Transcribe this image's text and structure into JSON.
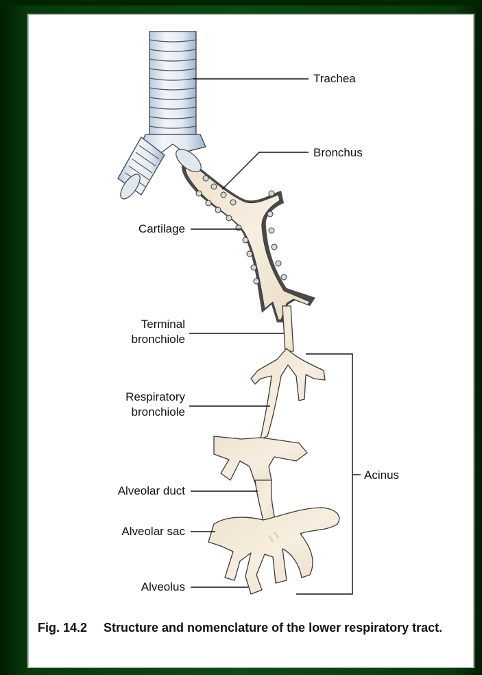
{
  "labels": {
    "trachea": "Trachea",
    "bronchus": "Bronchus",
    "cartilage": "Cartilage",
    "terminal_bronchiole": [
      "Terminal",
      "bronchiole"
    ],
    "respiratory_bronchiole": [
      "Respiratory",
      "bronchiole"
    ],
    "alveolar_duct": "Alveolar duct",
    "alveolar_sac": "Alveolar sac",
    "alveolus": "Alveolus",
    "acinus": "Acinus"
  },
  "caption": {
    "figure_number": "Fig. 14.2",
    "text": "Structure and nomenclature of the lower respiratory tract."
  },
  "colors": {
    "tissue": "#f3e8d6",
    "tissue_outline": "#3a3a3a",
    "cartilage_ring": "#dde7f1",
    "ring_shade": "#a9bfd8",
    "slide_background": "#0b4a12",
    "card_border": "#b9b9b9"
  }
}
